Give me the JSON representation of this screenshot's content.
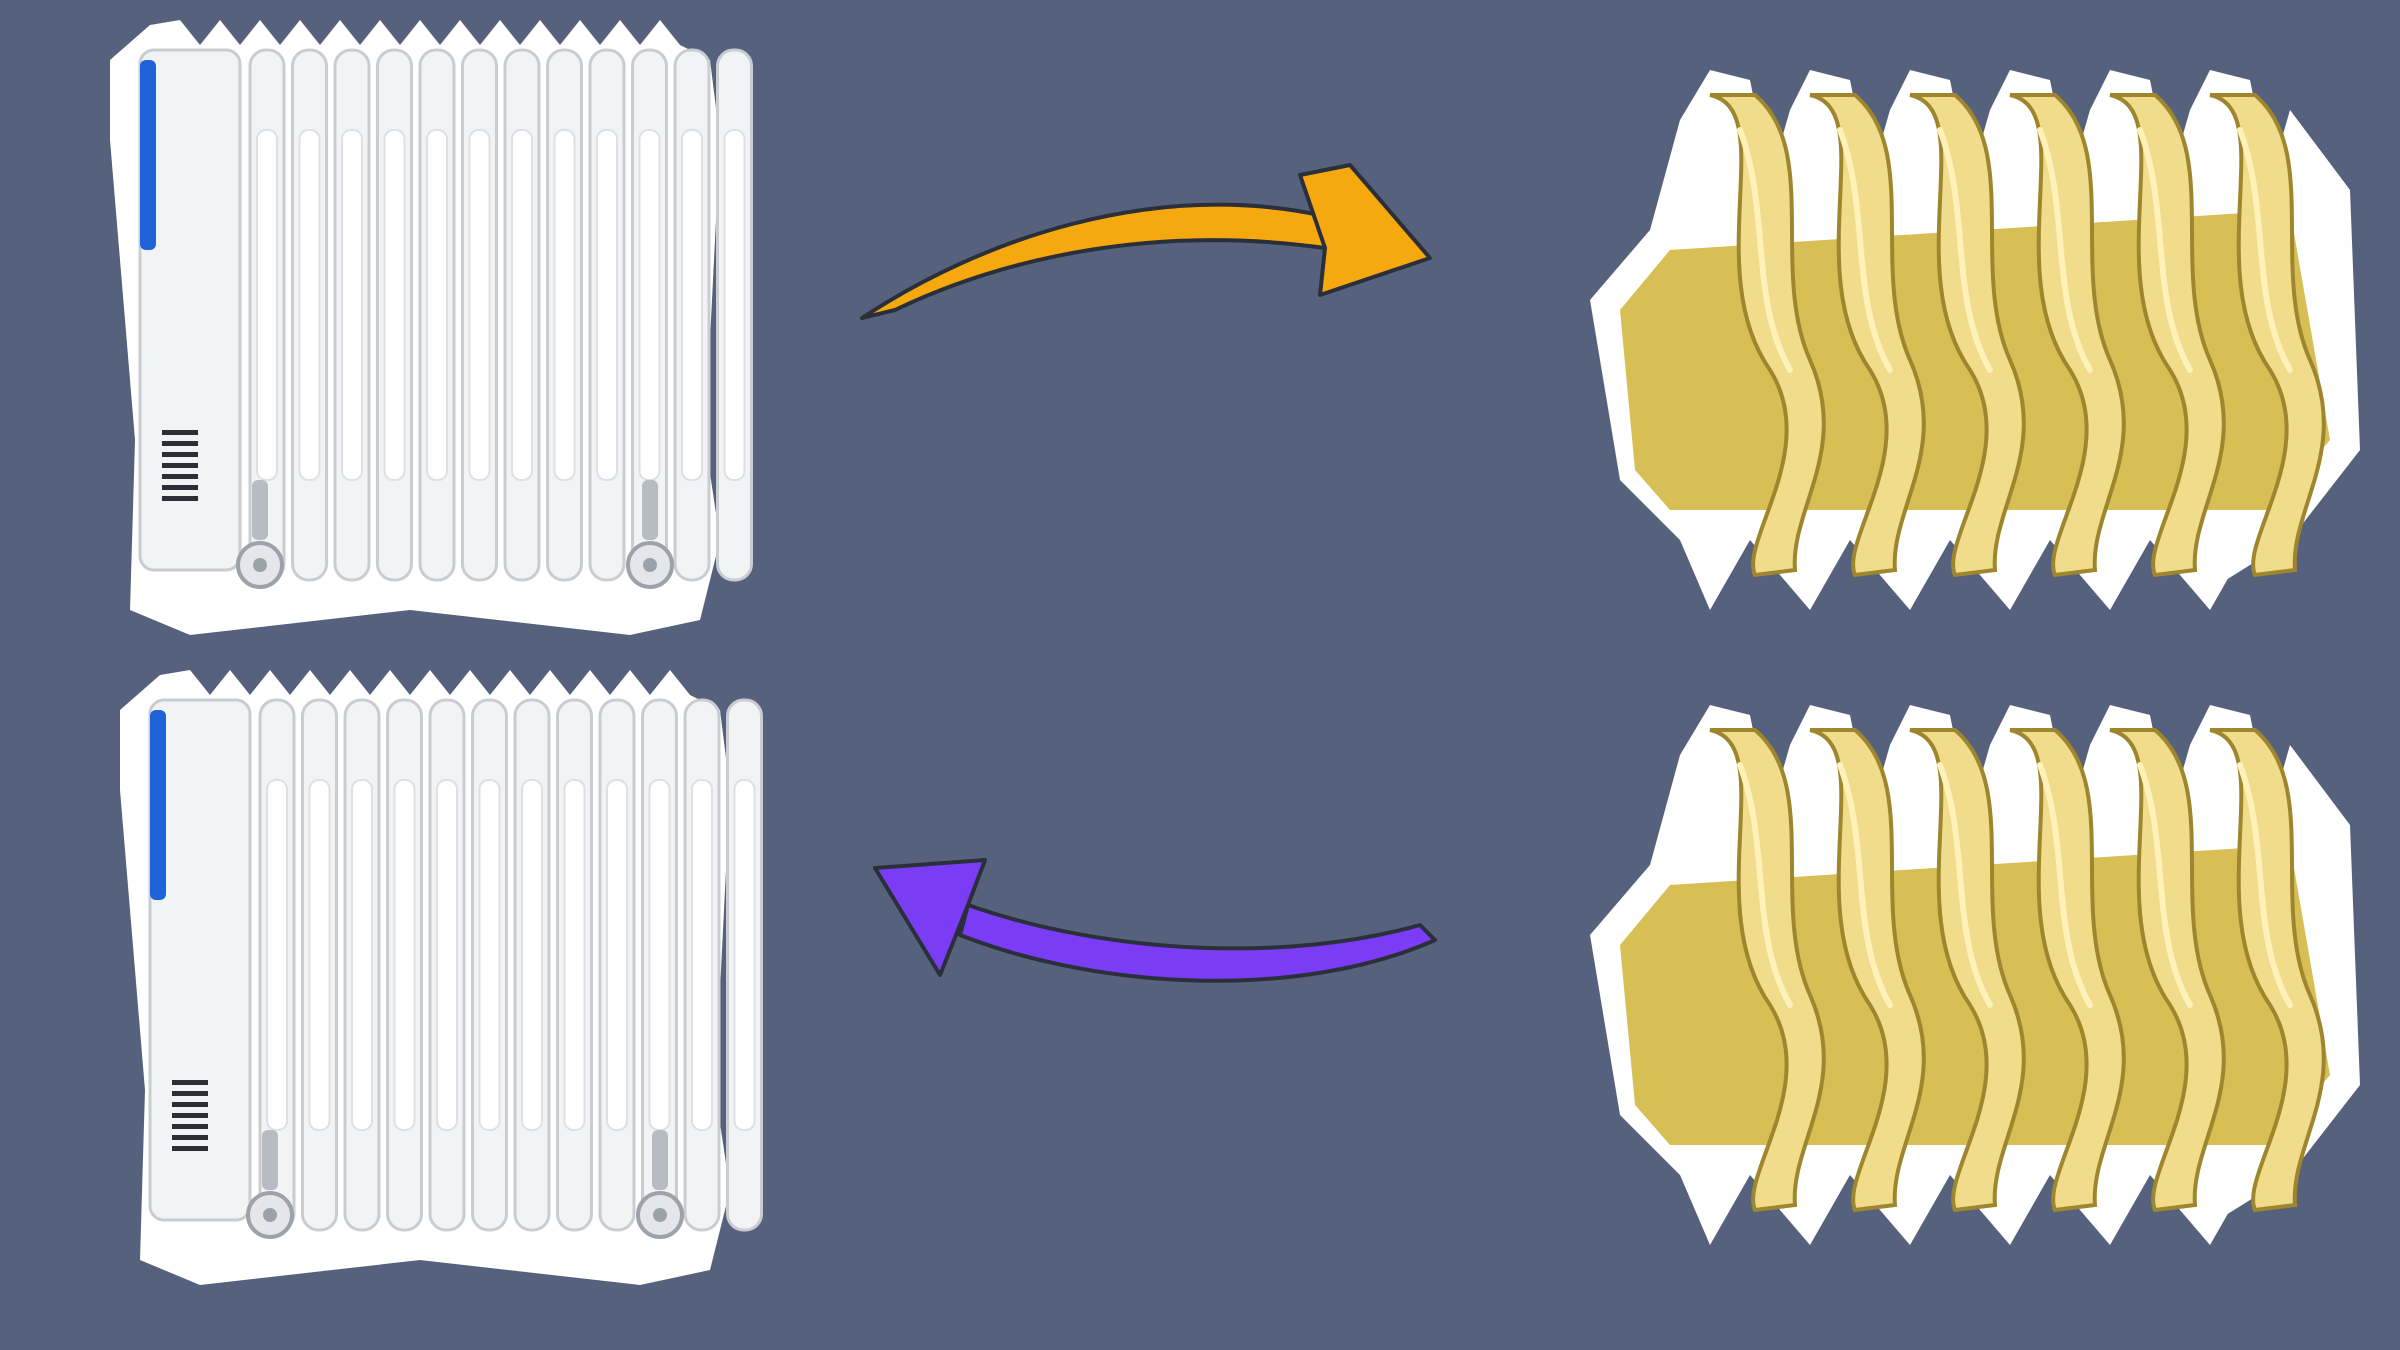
{
  "colors": {
    "background": "#56627D",
    "sticker_outline": "#FFFFFF",
    "heater_body": "#F2F3F4",
    "heater_shadow": "#C9CDD2",
    "heater_accent": "#1E64D8",
    "pasta_base": "#D7BE55",
    "pasta_highlight": "#F0DC8A",
    "pasta_shadow": "#9E862E",
    "arrow_top": "#F6A90E",
    "arrow_bottom": "#7A3CF5",
    "arrow_outline": "#2B2F3A"
  },
  "panels": [
    {
      "name": "oil-radiator-heater-top",
      "kind": "heater"
    },
    {
      "name": "oil-radiator-heater-bottom",
      "kind": "heater"
    },
    {
      "name": "radiatori-pasta-top",
      "kind": "pasta"
    },
    {
      "name": "radiatori-pasta-bottom",
      "kind": "pasta"
    }
  ],
  "arrows": [
    {
      "name": "orange-arrow-right",
      "direction": "right"
    },
    {
      "name": "purple-arrow-left",
      "direction": "left"
    }
  ]
}
